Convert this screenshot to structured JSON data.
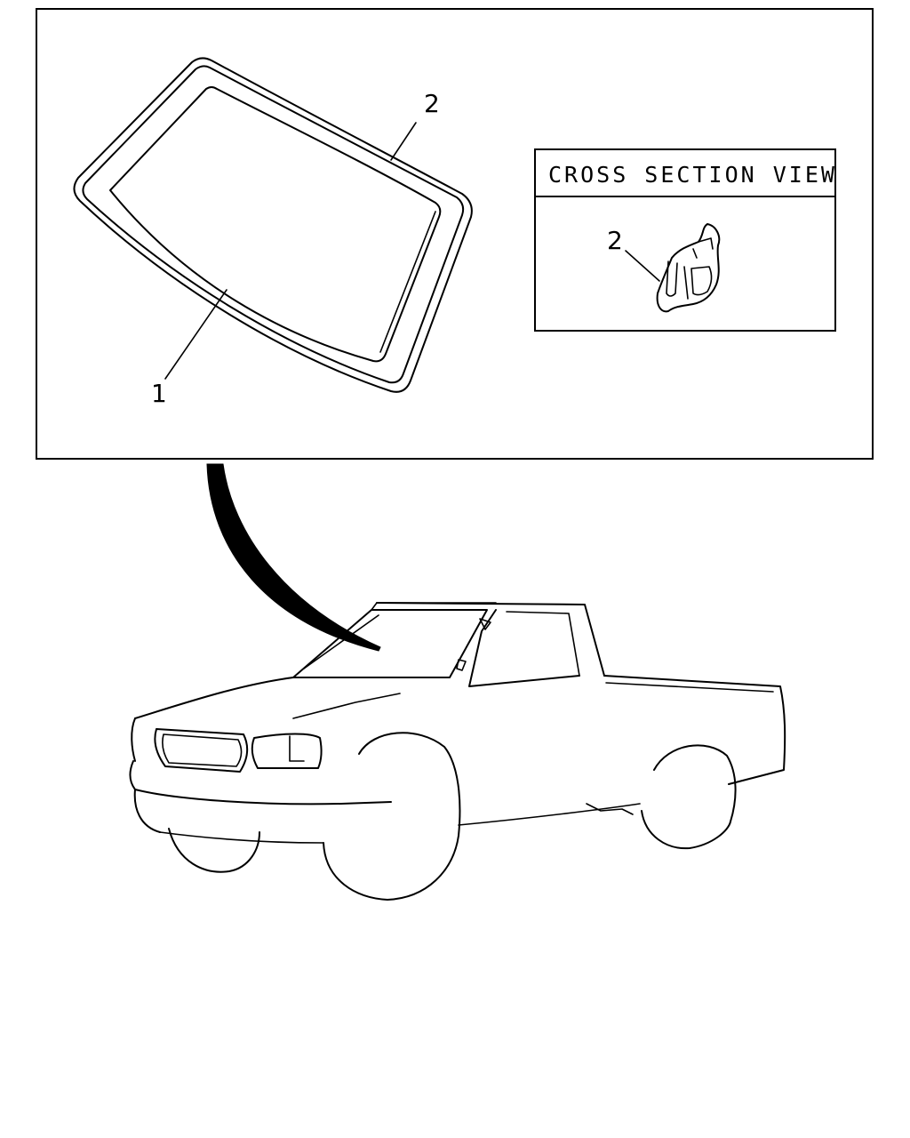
{
  "diagram": {
    "callouts": {
      "glass_number": "1",
      "weatherstrip_number": "2",
      "section_weatherstrip_number": "2"
    },
    "cross_section": {
      "title": "CROSS SECTION VIEW"
    }
  }
}
